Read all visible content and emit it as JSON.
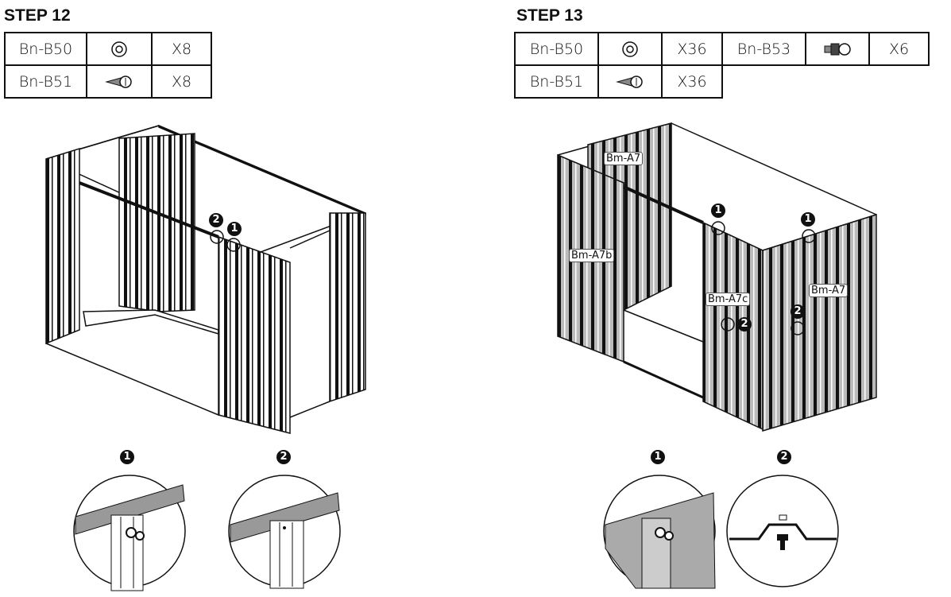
{
  "step12": {
    "title": "STEP 12",
    "parts": [
      {
        "code": "Bn-B50",
        "icon": "washer-icon",
        "qty": "X8"
      },
      {
        "code": "Bn-B51",
        "icon": "screw-icon",
        "qty": "X8"
      }
    ],
    "callouts": [
      "2",
      "1"
    ],
    "details": [
      "1",
      "2"
    ]
  },
  "step13": {
    "title": "STEP 13",
    "parts": [
      {
        "code": "Bn-B50",
        "icon": "washer-icon",
        "qty": "X36"
      },
      {
        "code": "Bn-B51",
        "icon": "screw-icon",
        "qty": "X36"
      },
      {
        "code": "Bn-B53",
        "icon": "bolt-nut-icon",
        "qty": "X6"
      }
    ],
    "labels": [
      "Bm-A7",
      "Bm-A7b",
      "Bm-A7c",
      "Bm-A7"
    ],
    "callouts": [
      "1",
      "1",
      "2",
      "2"
    ],
    "details": [
      "1",
      "2"
    ]
  }
}
